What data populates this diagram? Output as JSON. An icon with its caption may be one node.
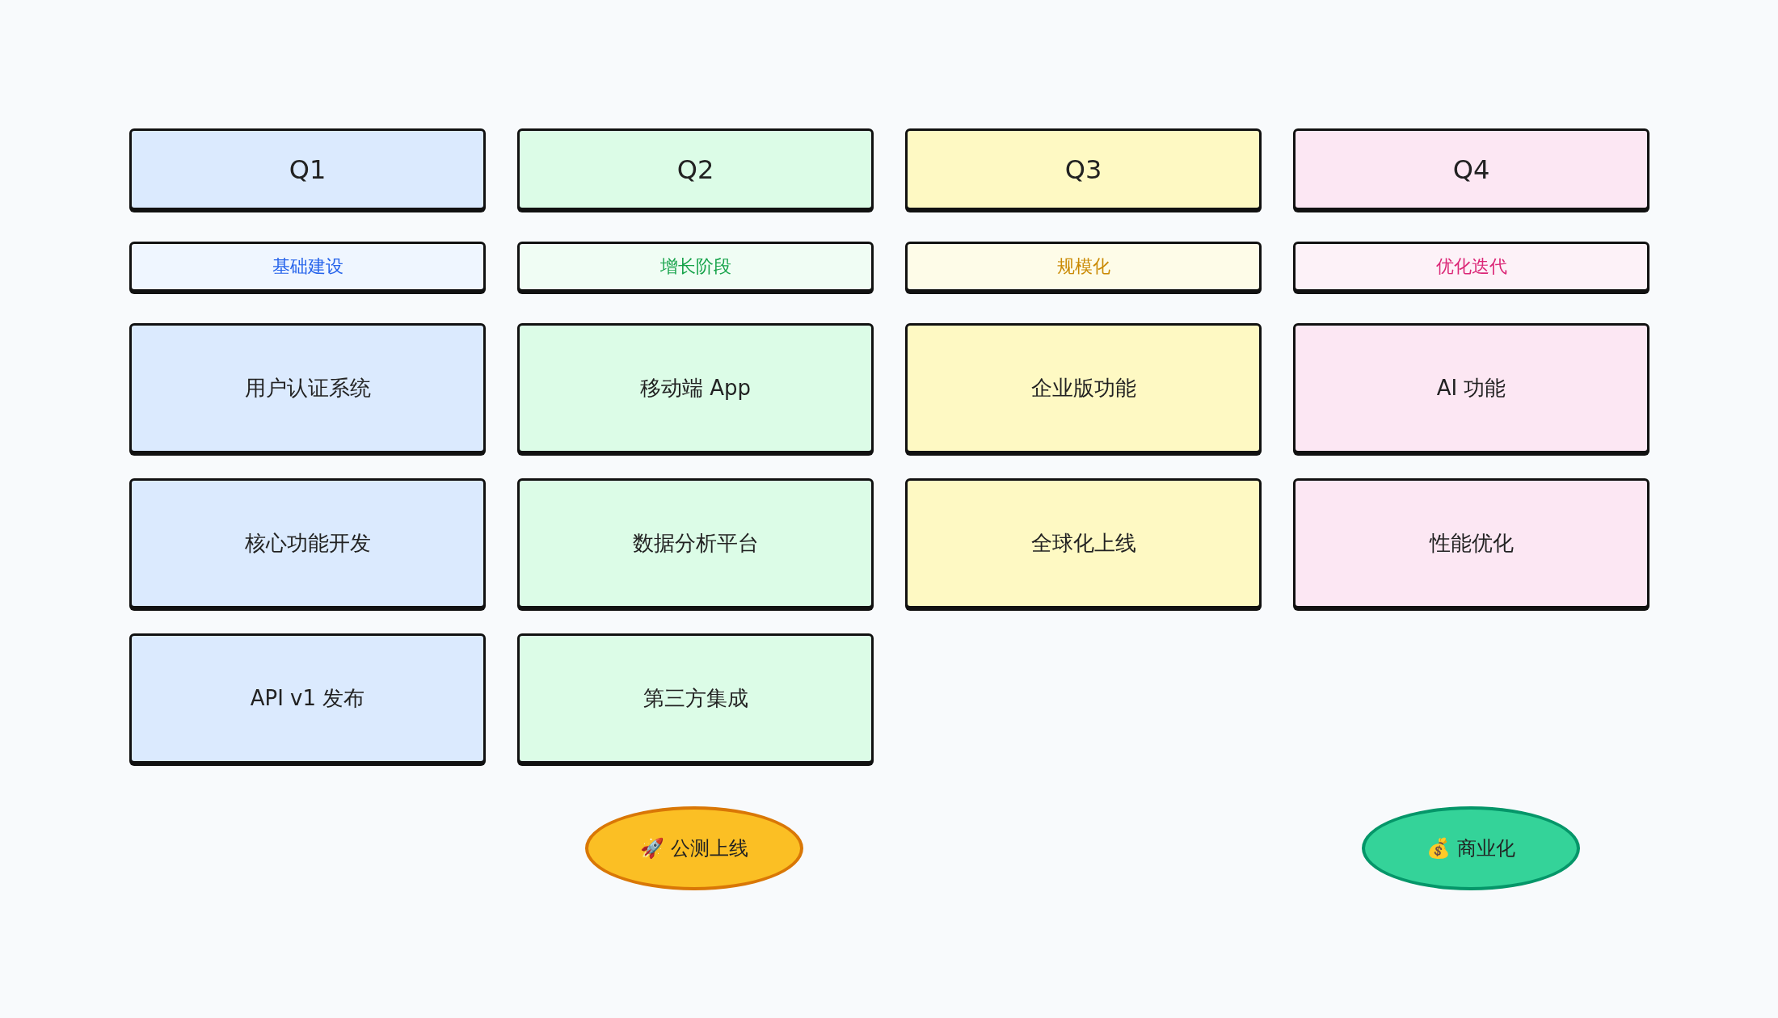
{
  "diagram": {
    "nodes": [
      {
        "text": [
          "Q1"
        ]
      },
      {
        "text": [
          "Q2"
        ]
      },
      {
        "text": [
          "Q3"
        ]
      },
      {
        "text": [
          "Q4"
        ]
      },
      {
        "text": [
          "基础建设"
        ]
      },
      {
        "text": [
          "增长阶段"
        ]
      },
      {
        "text": [
          "规模化"
        ]
      },
      {
        "text": [
          "优化迭代"
        ]
      },
      {
        "text": [
          "用户认证系统"
        ]
      },
      {
        "text": [
          "移动端 App"
        ]
      },
      {
        "text": [
          "企业版功能"
        ]
      },
      {
        "text": [
          "AI 功能"
        ]
      },
      {
        "text": [
          "核心功能开发"
        ]
      },
      {
        "text": [
          "数据分析平台"
        ]
      },
      {
        "text": [
          "全球化上线"
        ]
      },
      {
        "text": [
          "性能优化"
        ]
      },
      {
        "text": [
          "API v1 发布"
        ]
      },
      {
        "text": [
          "第三方集成"
        ]
      },
      {
        "text": [
          "🚀 公测上线"
        ]
      },
      {
        "text": [
          "💰 商业化"
        ]
      }
    ],
    "edges": []
  }
}
